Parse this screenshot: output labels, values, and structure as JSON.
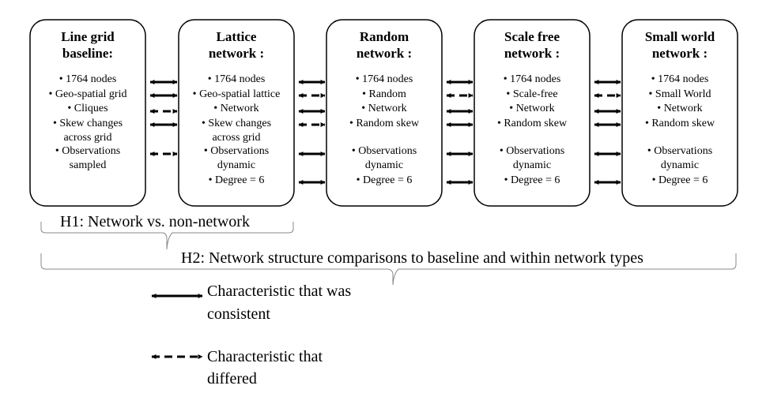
{
  "boxes": [
    {
      "title_lines": [
        "Line grid",
        "baseline:"
      ],
      "items": [
        {
          "lines": [
            "1764 nodes"
          ]
        },
        {
          "lines": [
            "Geo-spatial grid"
          ]
        },
        {
          "lines": [
            "Cliques"
          ]
        },
        {
          "lines": [
            "Skew changes",
            "across grid"
          ]
        },
        {
          "lines": [
            "Observations",
            "sampled"
          ]
        }
      ]
    },
    {
      "title_lines": [
        "Lattice",
        "network :"
      ],
      "items": [
        {
          "lines": [
            "1764 nodes"
          ]
        },
        {
          "lines": [
            "Geo-spatial lattice"
          ]
        },
        {
          "lines": [
            "Network"
          ]
        },
        {
          "lines": [
            "Skew changes",
            "across grid"
          ]
        },
        {
          "lines": [
            "Observations",
            "dynamic"
          ]
        },
        {
          "lines": [
            "Degree = 6"
          ]
        }
      ]
    },
    {
      "title_lines": [
        "Random",
        "network :"
      ],
      "items": [
        {
          "lines": [
            "1764 nodes"
          ]
        },
        {
          "lines": [
            "Random"
          ]
        },
        {
          "lines": [
            "Network"
          ]
        },
        {
          "lines": [
            "Random skew"
          ]
        },
        {
          "lines": [
            "Observations",
            "dynamic"
          ]
        },
        {
          "lines": [
            "Degree = 6"
          ]
        }
      ]
    },
    {
      "title_lines": [
        "Scale free",
        "network :"
      ],
      "items": [
        {
          "lines": [
            "1764 nodes"
          ]
        },
        {
          "lines": [
            "Scale-free"
          ]
        },
        {
          "lines": [
            "Network"
          ]
        },
        {
          "lines": [
            "Random skew"
          ]
        },
        {
          "lines": [
            "Observations",
            "dynamic"
          ]
        },
        {
          "lines": [
            "Degree = 6"
          ]
        }
      ]
    },
    {
      "title_lines": [
        "Small world",
        "network :"
      ],
      "items": [
        {
          "lines": [
            "1764 nodes"
          ]
        },
        {
          "lines": [
            "Small World"
          ]
        },
        {
          "lines": [
            "Network"
          ]
        },
        {
          "lines": [
            "Random skew"
          ]
        },
        {
          "lines": [
            "Observations",
            "dynamic"
          ]
        },
        {
          "lines": [
            "Degree = 6"
          ]
        }
      ]
    }
  ],
  "connectors": [
    [
      "consistent",
      "consistent",
      "differed",
      "consistent",
      "differed"
    ],
    [
      "consistent",
      "differed",
      "consistent",
      "differed",
      "consistent",
      "consistent"
    ],
    [
      "consistent",
      "differed",
      "consistent",
      "consistent",
      "consistent",
      "consistent"
    ],
    [
      "consistent",
      "differed",
      "consistent",
      "consistent",
      "consistent",
      "consistent"
    ]
  ],
  "hypotheses": {
    "h1": "H1: Network vs. non-network",
    "h2": "H2: Network structure comparisons to baseline and within network types"
  },
  "legend": {
    "consistent": [
      "Characteristic that was",
      "consistent"
    ],
    "differed": [
      "Characteristic that",
      "differed"
    ]
  }
}
